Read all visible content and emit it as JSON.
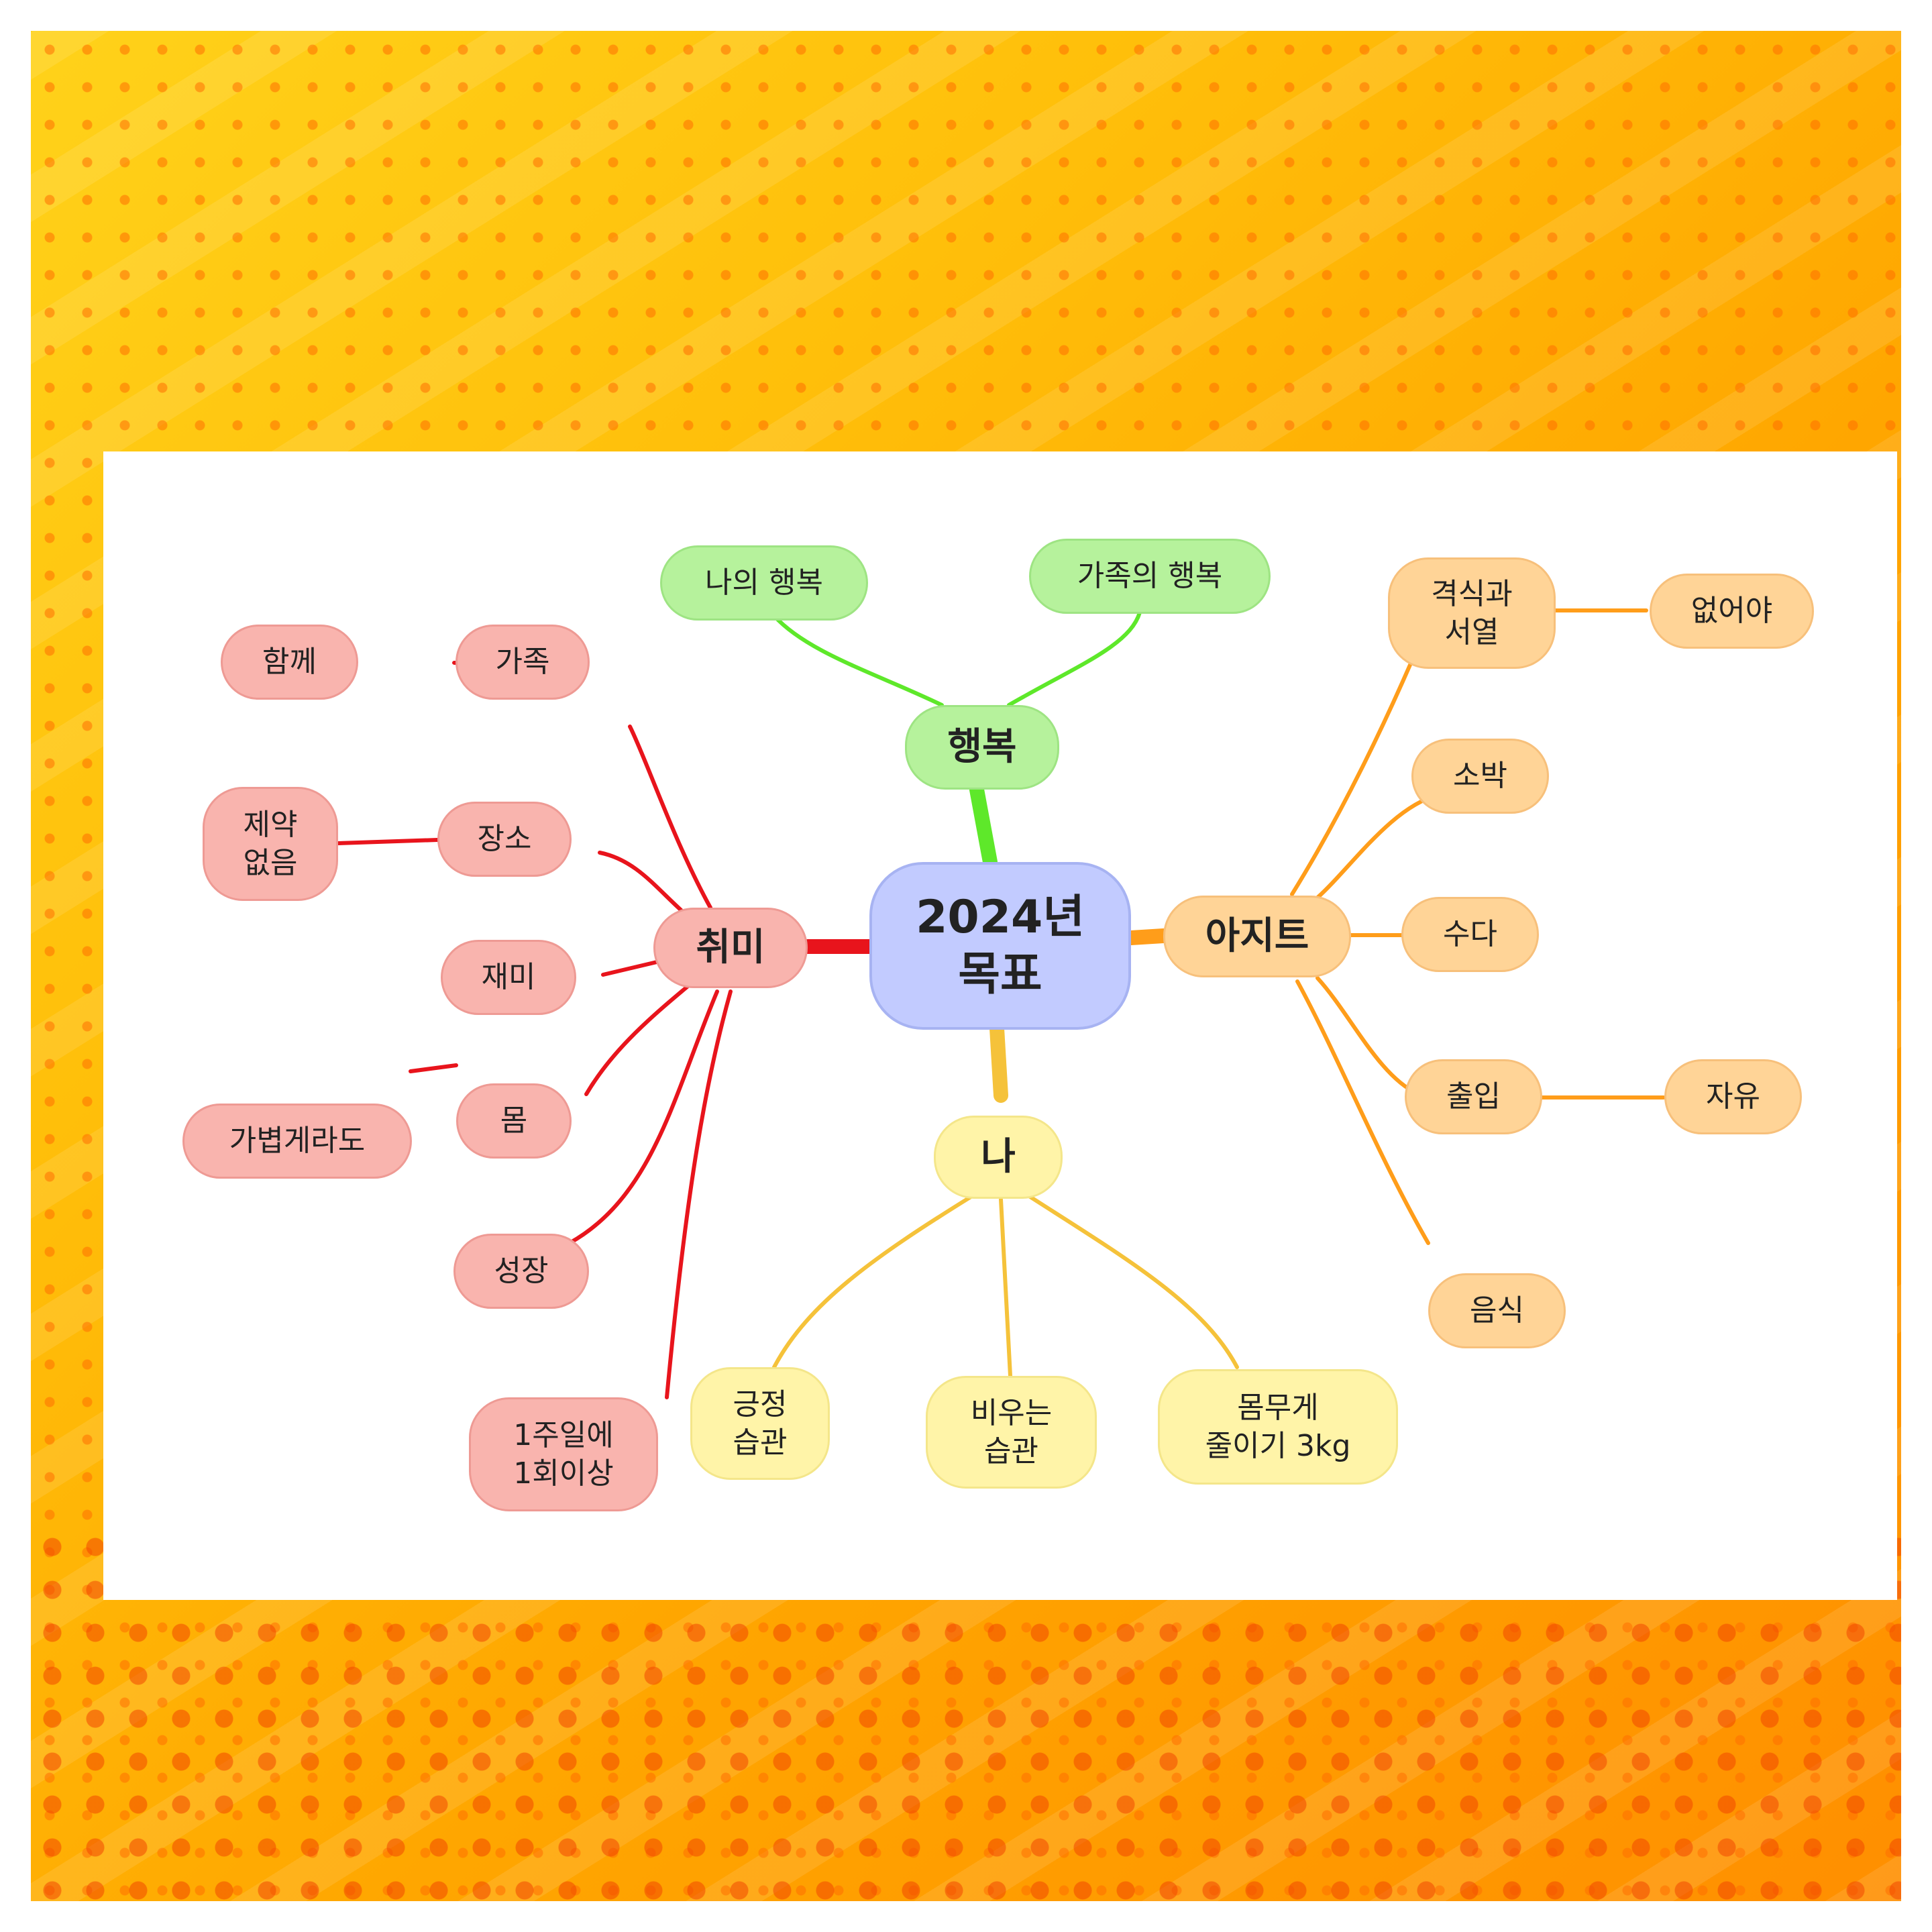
{
  "colors": {
    "red": "#e8141c",
    "green": "#5ee82a",
    "orange": "#ff9d1a",
    "yellow": "#f5c23a"
  },
  "center": {
    "text": "2024년\n목표"
  },
  "branches": {
    "happiness": {
      "label": "행복",
      "children": [
        "나의 행복",
        "가족의 행복"
      ]
    },
    "hobby": {
      "label": "취미",
      "children": [
        {
          "label": "가족",
          "leaf": "함께"
        },
        {
          "label": "장소",
          "leaf": "제약\n없음"
        },
        {
          "label": "재미"
        },
        {
          "label": "몸",
          "leaf": "가볍게라도"
        },
        {
          "label": "성장"
        },
        {
          "label": "1주일에\n1회이상"
        }
      ]
    },
    "hideout": {
      "label": "아지트",
      "children": [
        {
          "label": "격식과\n서열",
          "leaf": "없어야"
        },
        {
          "label": "소박"
        },
        {
          "label": "수다"
        },
        {
          "label": "출입",
          "leaf": "자유"
        },
        {
          "label": "음식"
        }
      ]
    },
    "me": {
      "label": "나",
      "children": [
        "긍정\n습관",
        "비우는\n습관",
        "몸무게\n줄이기 3kg"
      ]
    }
  }
}
